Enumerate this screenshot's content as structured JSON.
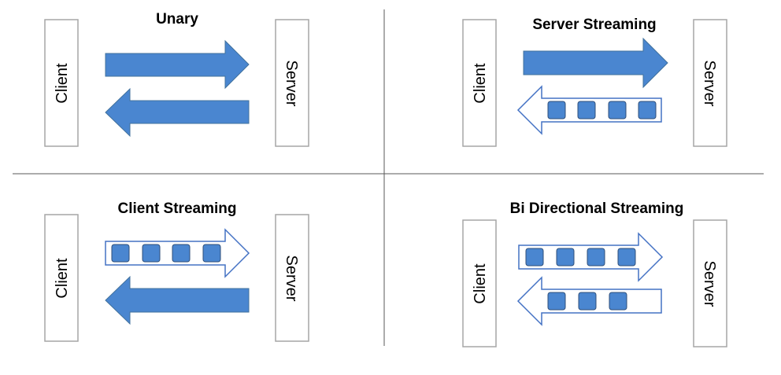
{
  "colors": {
    "arrow_fill": "#4a86d0",
    "arrow_stroke": "#41719c",
    "outline_arrow_stroke": "#4472c4",
    "box_stroke": "#a6a6a6",
    "divider": "#595959"
  },
  "panels": {
    "unary": {
      "title": "Unary",
      "client_label": "Client",
      "server_label": "Server"
    },
    "server_streaming": {
      "title": "Server Streaming",
      "client_label": "Client",
      "server_label": "Server",
      "response_message_count": 4
    },
    "client_streaming": {
      "title": "Client Streaming",
      "client_label": "Client",
      "server_label": "Server",
      "request_message_count": 4
    },
    "bidirectional_streaming": {
      "title": "Bi Directional Streaming",
      "client_label": "Client",
      "server_label": "Server",
      "request_message_count": 4,
      "response_message_count": 3
    }
  }
}
